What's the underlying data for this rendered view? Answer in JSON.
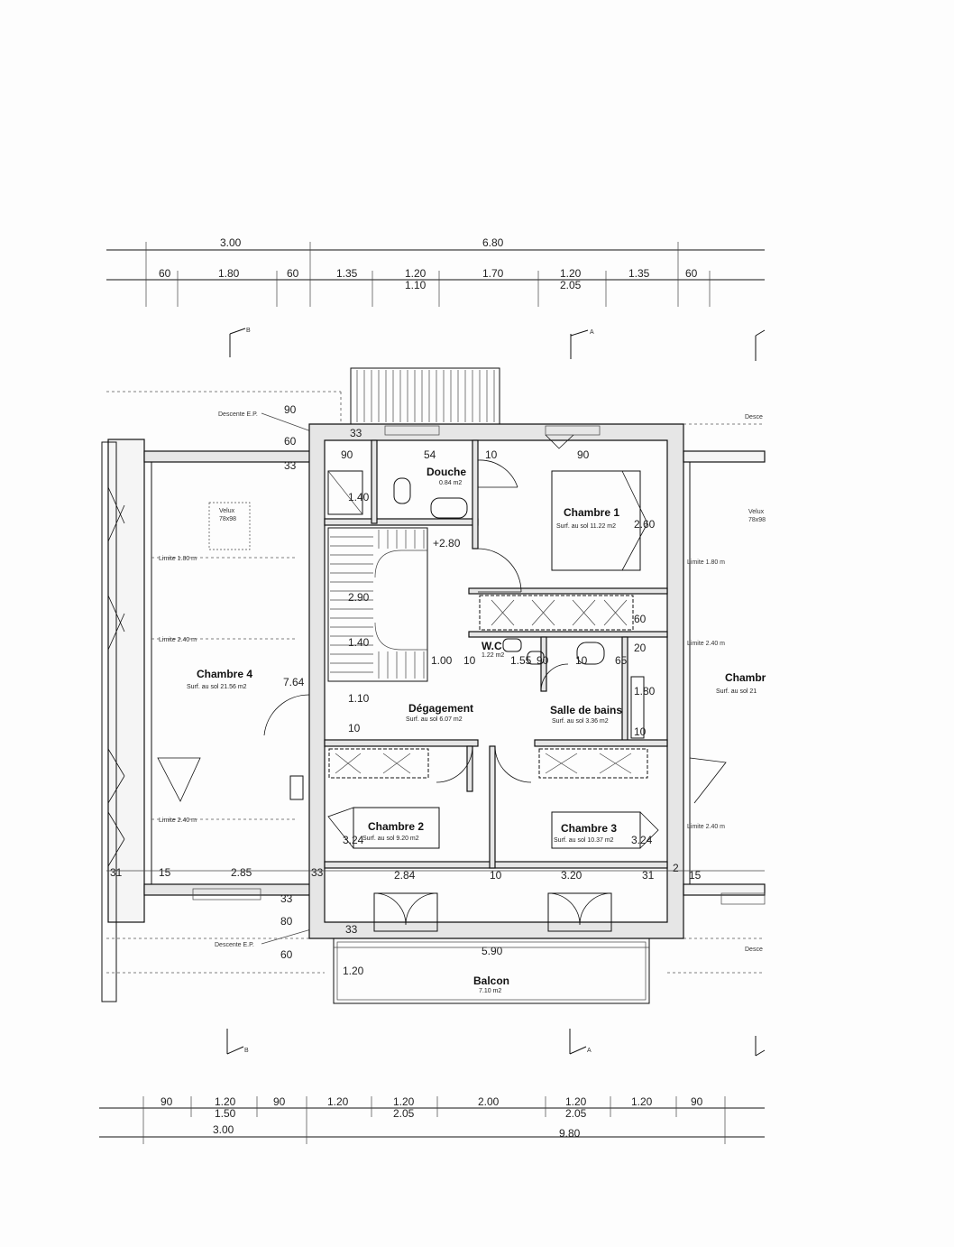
{
  "top_dims": {
    "overall": [
      "3.00",
      "6.80"
    ],
    "row": [
      "60",
      "1.80",
      "60",
      "1.35",
      "1.20",
      "1.10",
      "1.70",
      "1.20",
      "2.05",
      "1.35",
      "60"
    ]
  },
  "bottom_dims": {
    "row": [
      "90",
      "1.20",
      "1.50",
      "90",
      "1.20",
      "1.20",
      "2.05",
      "2.00",
      "1.20",
      "2.05",
      "1.20",
      "90"
    ],
    "overall": [
      "3.00",
      "9.80"
    ]
  },
  "section_marks": [
    "B",
    "A"
  ],
  "rooms": {
    "douche": {
      "name": "Douche",
      "area": "0.84 m2"
    },
    "chambre1": {
      "name": "Chambre 1",
      "area": "Surf. au sol   11.22 m2"
    },
    "chambre4": {
      "name": "Chambre 4",
      "area": "Surf. au sol   21.56 m2"
    },
    "degagement": {
      "name": "Dégagement",
      "area": "Surf. au sol   6.07 m2"
    },
    "wc": {
      "name": "W.C",
      "area": "1.22 m2"
    },
    "salle_de_bains": {
      "name": "Salle de bains",
      "area": "Surf. au sol   3.36 m2"
    },
    "chambre2": {
      "name": "Chambre 2",
      "area": "Surf. au sol   9.20 m2"
    },
    "chambre3": {
      "name": "Chambre 3",
      "area": "Surf. au sol   10.37 m2"
    },
    "balcon": {
      "name": "Balcon",
      "area": "7.10 m2"
    },
    "chambre_right": {
      "name": "Chambr",
      "area": "Surf. au sol   21"
    }
  },
  "notes": {
    "descente_top": "Descente E.P.",
    "descente_bottom": "Descente E.P.",
    "velux_left": "Velux",
    "velux_left_size": "78x98",
    "velux_right": "Velux",
    "velux_right_size": "78x98",
    "limite_180_left": "Limite 1.80 m",
    "limite_240_left": "Limite 2.40 m",
    "limite_240_left_b": "Limite 2.40 m",
    "limite_180_right": "Limite 1.80 m",
    "limite_240_right": "Limite 2.40 m",
    "limite_240_right_b": "Limite 2.40 m",
    "desce_top_right": "Desce",
    "desce_bottom_right": "Desce",
    "stair_level": "+2.80"
  },
  "interior_dims": {
    "d90a": "90",
    "d33a": "33",
    "d60a": "60",
    "d33b": "33",
    "d90b": "90",
    "d54": "54",
    "d10a": "10",
    "d90c": "90",
    "d140": "1.40",
    "d260": "2.60",
    "d290": "2.90",
    "d140b": "1.40",
    "d100": "1.00",
    "d10b": "10",
    "d155": "1.55",
    "d90d": "90",
    "d10c": "10",
    "d65": "65",
    "d20": "20",
    "d60b": "60",
    "d764": "7.64",
    "d110": "1.10",
    "d10d": "10",
    "d180": "1.80",
    "d10e": "10",
    "d324a": "3.24",
    "d324b": "3.24",
    "d31a": "31",
    "d15a": "15",
    "d285": "2.85",
    "d33c": "33",
    "d284": "2.84",
    "d10f": "10",
    "d320": "3.20",
    "d31b": "31",
    "d2": "2",
    "d15b": "15",
    "d33d": "33",
    "d80": "80",
    "d60c": "60",
    "d33e": "33",
    "d590": "5.90",
    "d120": "1.20"
  }
}
